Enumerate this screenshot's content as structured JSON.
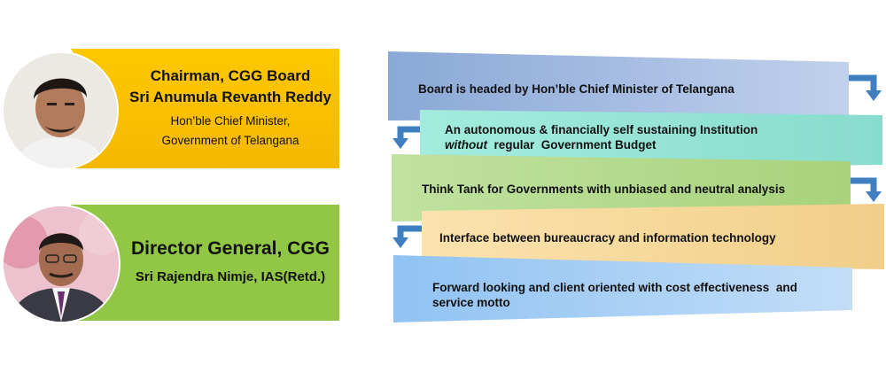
{
  "leaders": [
    {
      "title": "Chairman, CGG Board",
      "name": "Sri Anumula Revanth Reddy",
      "role_line1": "Hon’ble Chief Minister,",
      "role_line2": "Government of Telangana",
      "card_color": "#ffc000",
      "photo": "portrait-photo"
    },
    {
      "title": "Director General, CGG",
      "name": "Sri Rajendra Nimje, IAS(Retd.)",
      "card_color": "#92c746",
      "photo": "portrait-photo"
    }
  ],
  "flow": [
    {
      "text": "Board is headed by Hon’ble Chief Minister of Telangana",
      "color": "#8eaad9"
    },
    {
      "text_italic": "without",
      "text_line1": "An autonomous & financially self sustaining Institution",
      "text_line2_rest": "  regular  Government Budget",
      "color": "#8ee0cf"
    },
    {
      "text": "Think Tank for Governments with unbiased and neutral analysis",
      "color": "#b7dc92"
    },
    {
      "text": "Interface between bureaucracy and information technology",
      "color": "#f3d494"
    },
    {
      "text_line1": "Forward looking and client oriented with cost effectiveness  and",
      "text_line2": "service motto",
      "color": "#93c6f3"
    }
  ],
  "arrow_color": "#3f7fc0"
}
